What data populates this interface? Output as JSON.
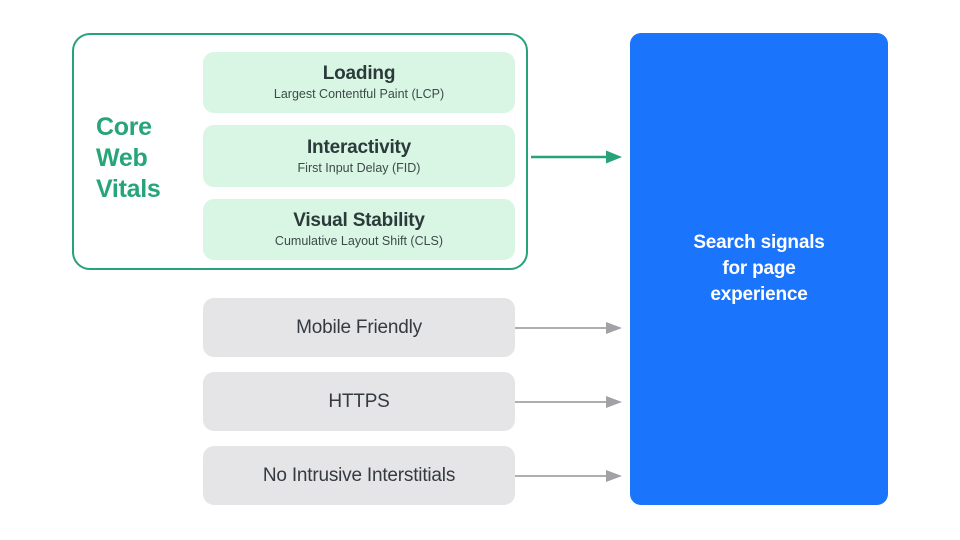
{
  "diagram": {
    "title": "Search signals for page experience",
    "colors": {
      "green_accent": "#27a578",
      "green_border": "#27a27a",
      "green_card_fill": "#d9f5e4",
      "gray_card_fill": "#e5e5e7",
      "gray_arrow": "#a0a2a5",
      "blue_panel": "#1b74fc",
      "dark_text": "#2b3a3a",
      "white_text": "#ffffff",
      "background": "#ffffff"
    },
    "core_web_vitals": {
      "group_label": "Core\nWeb\nVitals",
      "group_label_lines": [
        "Core",
        "Web",
        "Vitals"
      ],
      "metrics": [
        {
          "title": "Loading",
          "subtitle": "Largest Contentful Paint (LCP)"
        },
        {
          "title": "Interactivity",
          "subtitle": "First Input Delay (FID)"
        },
        {
          "title": "Visual Stability",
          "subtitle": "Cumulative Layout Shift (CLS)"
        }
      ]
    },
    "other_signals": [
      {
        "label": "Mobile Friendly"
      },
      {
        "label": "HTTPS"
      },
      {
        "label": "No Intrusive Interstitials"
      }
    ],
    "outcome": {
      "text": "Search signals\nfor page\nexperience",
      "lines": [
        "Search signals",
        "for page",
        "experience"
      ]
    },
    "connectors": [
      {
        "name": "core-web-vitals-arrow",
        "color": "#27a27a",
        "from": "core-web-vitals-group",
        "to": "outcome-panel"
      },
      {
        "name": "mobile-friendly-arrow",
        "color": "#a0a2a5",
        "from": "mobile-friendly-card",
        "to": "outcome-panel"
      },
      {
        "name": "https-arrow",
        "color": "#a0a2a5",
        "from": "https-card",
        "to": "outcome-panel"
      },
      {
        "name": "no-intrusive-interstitials-arrow",
        "color": "#a0a2a5",
        "from": "no-intrusive-interstitials-card",
        "to": "outcome-panel"
      }
    ]
  }
}
